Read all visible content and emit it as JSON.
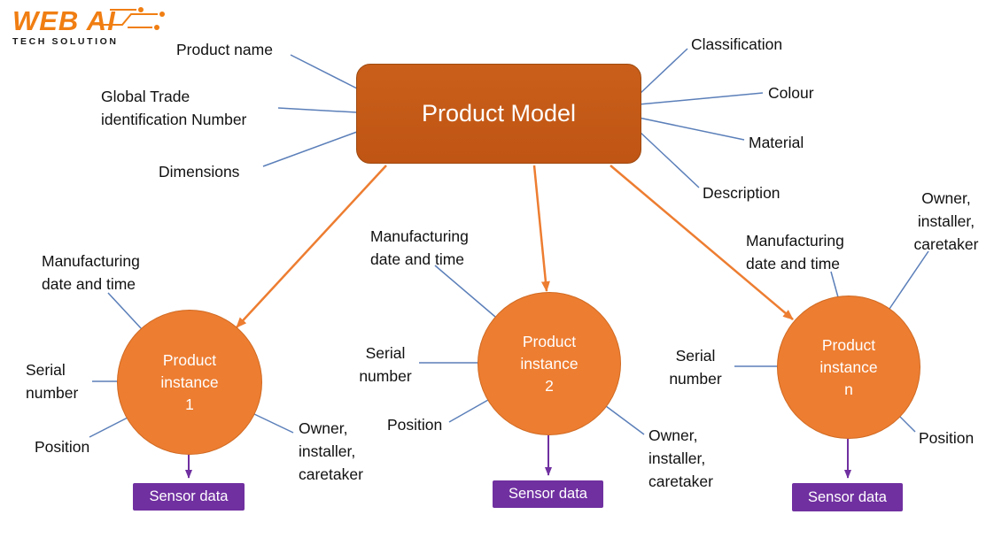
{
  "logo": {
    "brand": "WEB AI",
    "tagline": "TECH SOLUTION"
  },
  "model": {
    "title": "Product Model",
    "attributes": {
      "product_name": "Product name",
      "gtin": "Global Trade\nidentification Number",
      "dimensions": "Dimensions",
      "classification": "Classification",
      "colour": "Colour",
      "material": "Material",
      "description": "Description"
    }
  },
  "instances": [
    {
      "title": "Product\ninstance\n1",
      "manufacturing": "Manufacturing\ndate and time",
      "serial": "Serial\nnumber",
      "position": "Position",
      "owner": "Owner,\ninstaller,\ncaretaker",
      "sensor": "Sensor data"
    },
    {
      "title": "Product\ninstance\n2",
      "manufacturing": "Manufacturing\ndate and time",
      "serial": "Serial\nnumber",
      "position": "Position",
      "owner": "Owner,\ninstaller,\ncaretaker",
      "sensor": "Sensor data"
    },
    {
      "title": "Product\ninstance\nn",
      "manufacturing": "Manufacturing\ndate and time",
      "serial": "Serial\nnumber",
      "position": "Position",
      "owner": "Owner,\ninstaller,\ncaretaker",
      "sensor": "Sensor data"
    }
  ],
  "colors": {
    "model_fill": "#C05514",
    "instance_fill": "#ED7D31",
    "sensor_fill": "#7030A0",
    "connector": "#5B7FB9",
    "arrow_model": "#ED7D31",
    "arrow_sensor": "#7030A0",
    "logo_orange": "#F07E12",
    "text": "#111111"
  }
}
